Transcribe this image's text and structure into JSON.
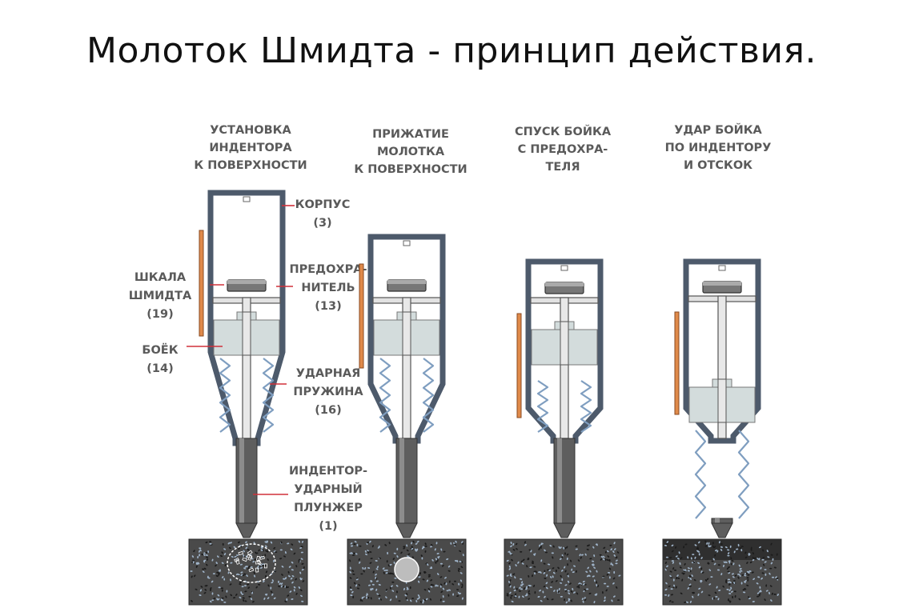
{
  "title": "Молоток Шмидта - принцип действия.",
  "stages": [
    {
      "lines": [
        "УСТАНОВКА",
        "ИНДЕНТОРА",
        "К ПОВЕРХНОСТИ"
      ]
    },
    {
      "lines": [
        "ПРИЖАТИЕ",
        "МОЛОТКА",
        "К ПОВЕРХНОСТИ"
      ]
    },
    {
      "lines": [
        "СПУСК БОЙКА",
        "С ПРЕДОХРА-",
        "ТЕЛЯ"
      ]
    },
    {
      "lines": [
        "УДАР БОЙКА",
        "ПО ИНДЕНТОРУ",
        "И ОТСКОК"
      ]
    }
  ],
  "parts": {
    "scale": {
      "lines": [
        "ШКАЛА",
        "ШМИДТА",
        "(19)"
      ]
    },
    "striker": {
      "lines": [
        "БОЁК",
        "(14)"
      ]
    },
    "housing": {
      "lines": [
        "КОРПУС",
        "(3)"
      ]
    },
    "latch": {
      "lines": [
        "ПРЕДОХРА-",
        "НИТЕЛЬ",
        "(13)"
      ]
    },
    "spring": {
      "lines": [
        "УДАРНАЯ",
        "ПРУЖИНА",
        "(16)"
      ]
    },
    "plunger": {
      "lines": [
        "ИНДЕНТОР-",
        "УДАРНЫЙ",
        "ПЛУНЖЕР",
        "(1)"
      ]
    }
  },
  "colors": {
    "housing": "#4d5a6b",
    "striker": "#d3dcdc",
    "spring": "#7f9ec0",
    "scale": "#e08a4a",
    "leader": "#d0303a",
    "concrete": "#4a4a4a",
    "concrete_dark": "#2f2f2f",
    "label": "#5a5a5a"
  }
}
